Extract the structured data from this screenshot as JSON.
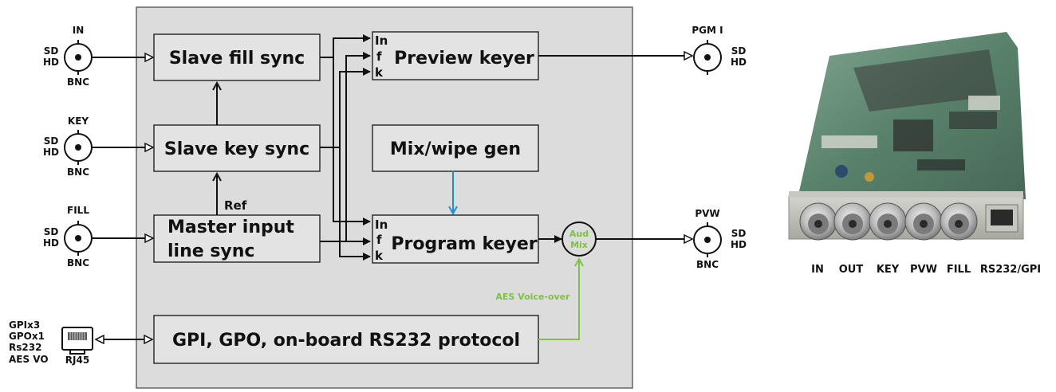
{
  "colors": {
    "panel": "#dcdcdc",
    "box": "#e3e3e3",
    "wire": "#111111",
    "mix_control": "#1e8fd6",
    "audio": "#7dc241",
    "pcb": "#5f8a72",
    "bracket": "#b9b9b2"
  },
  "inputs": {
    "in": {
      "top": "IN",
      "sd": "SD",
      "hd": "HD",
      "bottom": "BNC"
    },
    "key": {
      "top": "KEY",
      "sd": "SD",
      "hd": "HD",
      "bottom": "BNC"
    },
    "fill": {
      "top": "FILL",
      "sd": "SD",
      "hd": "HD",
      "bottom": "BNC"
    }
  },
  "outputs": {
    "pgm": {
      "top": "PGM I",
      "sd": "SD",
      "hd": "HD"
    },
    "pvw": {
      "top": "PVW",
      "sd": "SD",
      "hd": "HD",
      "bottom": "BNC"
    }
  },
  "rj45": {
    "signals": [
      "GPIx3",
      "GPOx1",
      "Rs232",
      "AES VO"
    ],
    "label": "RJ45",
    "icon": "rj45-port-icon"
  },
  "blocks": {
    "slave_fill": "Slave fill sync",
    "slave_key": "Slave key sync",
    "master_line1": "Master input",
    "master_line2": "line sync",
    "ref_label": "Ref",
    "mix_wipe": "Mix/wipe gen",
    "preview_keyer": "Preview keyer",
    "program_keyer": "Program keyer",
    "gpi": "GPI, GPO, on-board RS232 protocol"
  },
  "keyer_ports": [
    "In",
    "f",
    "k"
  ],
  "aud_mix": {
    "line1": "Aud",
    "line2": "Mix"
  },
  "aes_voiceover": "AES Voice-over",
  "photo": {
    "connector_labels": [
      "IN",
      "OUT",
      "KEY",
      "PVW",
      "FILL",
      "RS232/GPI"
    ]
  }
}
